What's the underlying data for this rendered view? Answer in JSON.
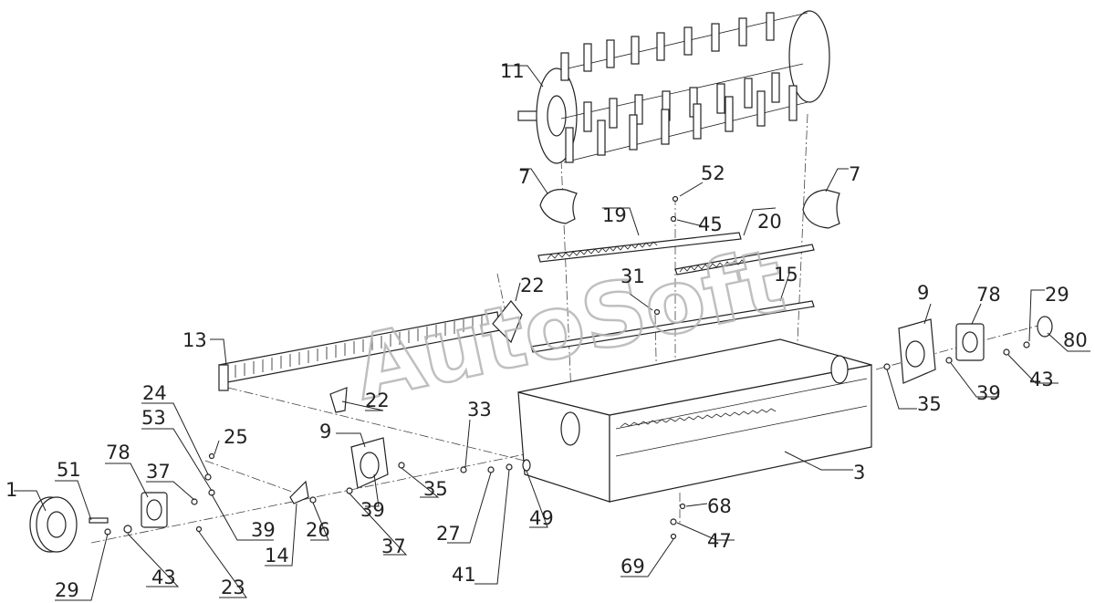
{
  "watermark": "AutoSoft",
  "callouts": [
    {
      "id": "c1",
      "text": "1"
    },
    {
      "id": "c51",
      "text": "51"
    },
    {
      "id": "c78a",
      "text": "78"
    },
    {
      "id": "c29a",
      "text": "29"
    },
    {
      "id": "c43a",
      "text": "43"
    },
    {
      "id": "c37a",
      "text": "37"
    },
    {
      "id": "c53",
      "text": "53"
    },
    {
      "id": "c24",
      "text": "24"
    },
    {
      "id": "c25",
      "text": "25"
    },
    {
      "id": "c39a",
      "text": "39"
    },
    {
      "id": "c23",
      "text": "23"
    },
    {
      "id": "c14",
      "text": "14"
    },
    {
      "id": "c26",
      "text": "26"
    },
    {
      "id": "c9a",
      "text": "9"
    },
    {
      "id": "c39b",
      "text": "39"
    },
    {
      "id": "c37b",
      "text": "37"
    },
    {
      "id": "c35a",
      "text": "35"
    },
    {
      "id": "c33",
      "text": "33"
    },
    {
      "id": "c27",
      "text": "27"
    },
    {
      "id": "c41",
      "text": "41"
    },
    {
      "id": "c49",
      "text": "49"
    },
    {
      "id": "c13",
      "text": "13"
    },
    {
      "id": "c22a",
      "text": "22"
    },
    {
      "id": "c22b",
      "text": "22"
    },
    {
      "id": "c11",
      "text": "11"
    },
    {
      "id": "c7a",
      "text": "7"
    },
    {
      "id": "c7b",
      "text": "7"
    },
    {
      "id": "c19",
      "text": "19"
    },
    {
      "id": "c52",
      "text": "52"
    },
    {
      "id": "c45",
      "text": "45"
    },
    {
      "id": "c20",
      "text": "20"
    },
    {
      "id": "c31",
      "text": "31"
    },
    {
      "id": "c15",
      "text": "15"
    },
    {
      "id": "c3",
      "text": "3"
    },
    {
      "id": "c68",
      "text": "68"
    },
    {
      "id": "c47",
      "text": "47"
    },
    {
      "id": "c69",
      "text": "69"
    },
    {
      "id": "c9b",
      "text": "9"
    },
    {
      "id": "c78b",
      "text": "78"
    },
    {
      "id": "c29b",
      "text": "29"
    },
    {
      "id": "c80",
      "text": "80"
    },
    {
      "id": "c35b",
      "text": "35"
    },
    {
      "id": "c39c",
      "text": "39"
    },
    {
      "id": "c43b",
      "text": "43"
    }
  ]
}
